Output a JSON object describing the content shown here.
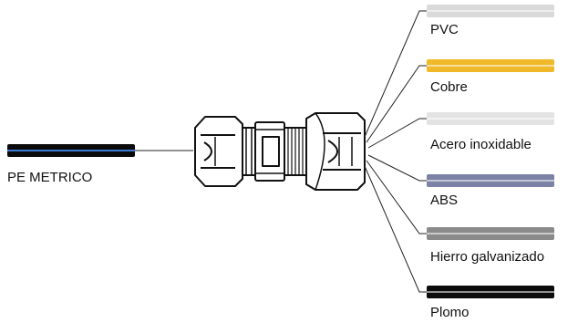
{
  "left_pipe": {
    "label": "PE METRICO",
    "color": "#0b0b0b",
    "stripe_color": "#3b7bd6"
  },
  "materials": [
    {
      "label": "PVC",
      "color": "#dadada"
    },
    {
      "label": "Cobre",
      "color": "#f0b92a"
    },
    {
      "label": "Acero inoxidable",
      "color": "#e3e3e3"
    },
    {
      "label": "ABS",
      "color": "#7b82a6"
    },
    {
      "label": "Hierro galvanizado",
      "color": "#8a8a8a"
    },
    {
      "label": "Plomo",
      "color": "#0c0c0c"
    }
  ]
}
